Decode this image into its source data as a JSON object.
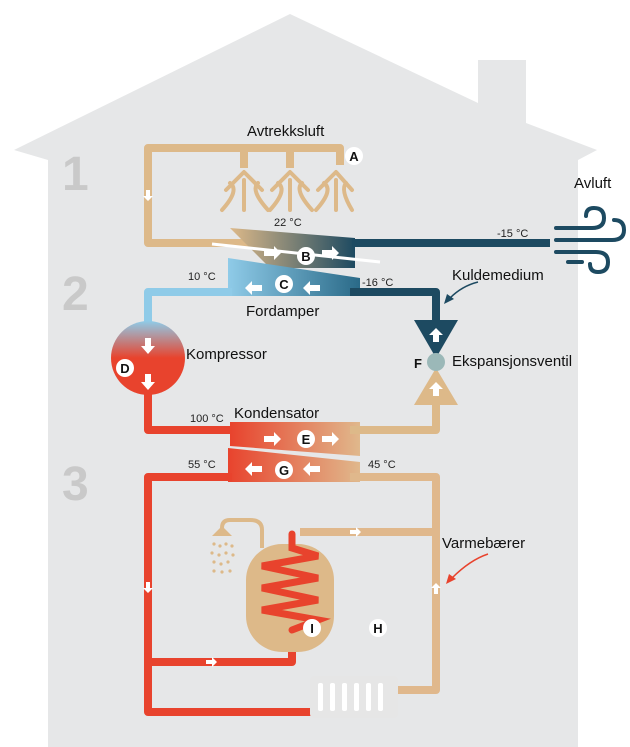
{
  "section_numbers": [
    "1",
    "2",
    "3"
  ],
  "labels": {
    "exhaust_air": "Avtrekksluft",
    "outlet_air": "Avluft",
    "refrigerant": "Kuldemedium",
    "evaporator": "Fordamper",
    "compressor": "Kompressor",
    "expansion_valve": "Ekspansjonsventil",
    "condenser": "Kondensator",
    "heat_carrier": "Varmebærer"
  },
  "temperatures": {
    "exhaust_in": "22 °C",
    "outlet": "-15 °C",
    "evap_out": "10 °C",
    "evap_in": "-16 °C",
    "comp_out": "100 °C",
    "supply": "55 °C",
    "return": "45 °C"
  },
  "markers": {
    "a": "A",
    "b": "B",
    "c": "C",
    "d": "D",
    "e": "E",
    "f": "F",
    "g": "G",
    "h": "H",
    "i": "I"
  },
  "colors": {
    "house": "#e6e7e8",
    "air_pipe": "#ddb989",
    "cold_pipe": "#1d4a61",
    "evaporator": "#8fcbe8",
    "hot_pipe": "#e8432d",
    "return_pipe": "#e0b88c",
    "radiator": "#e6e6e6"
  }
}
